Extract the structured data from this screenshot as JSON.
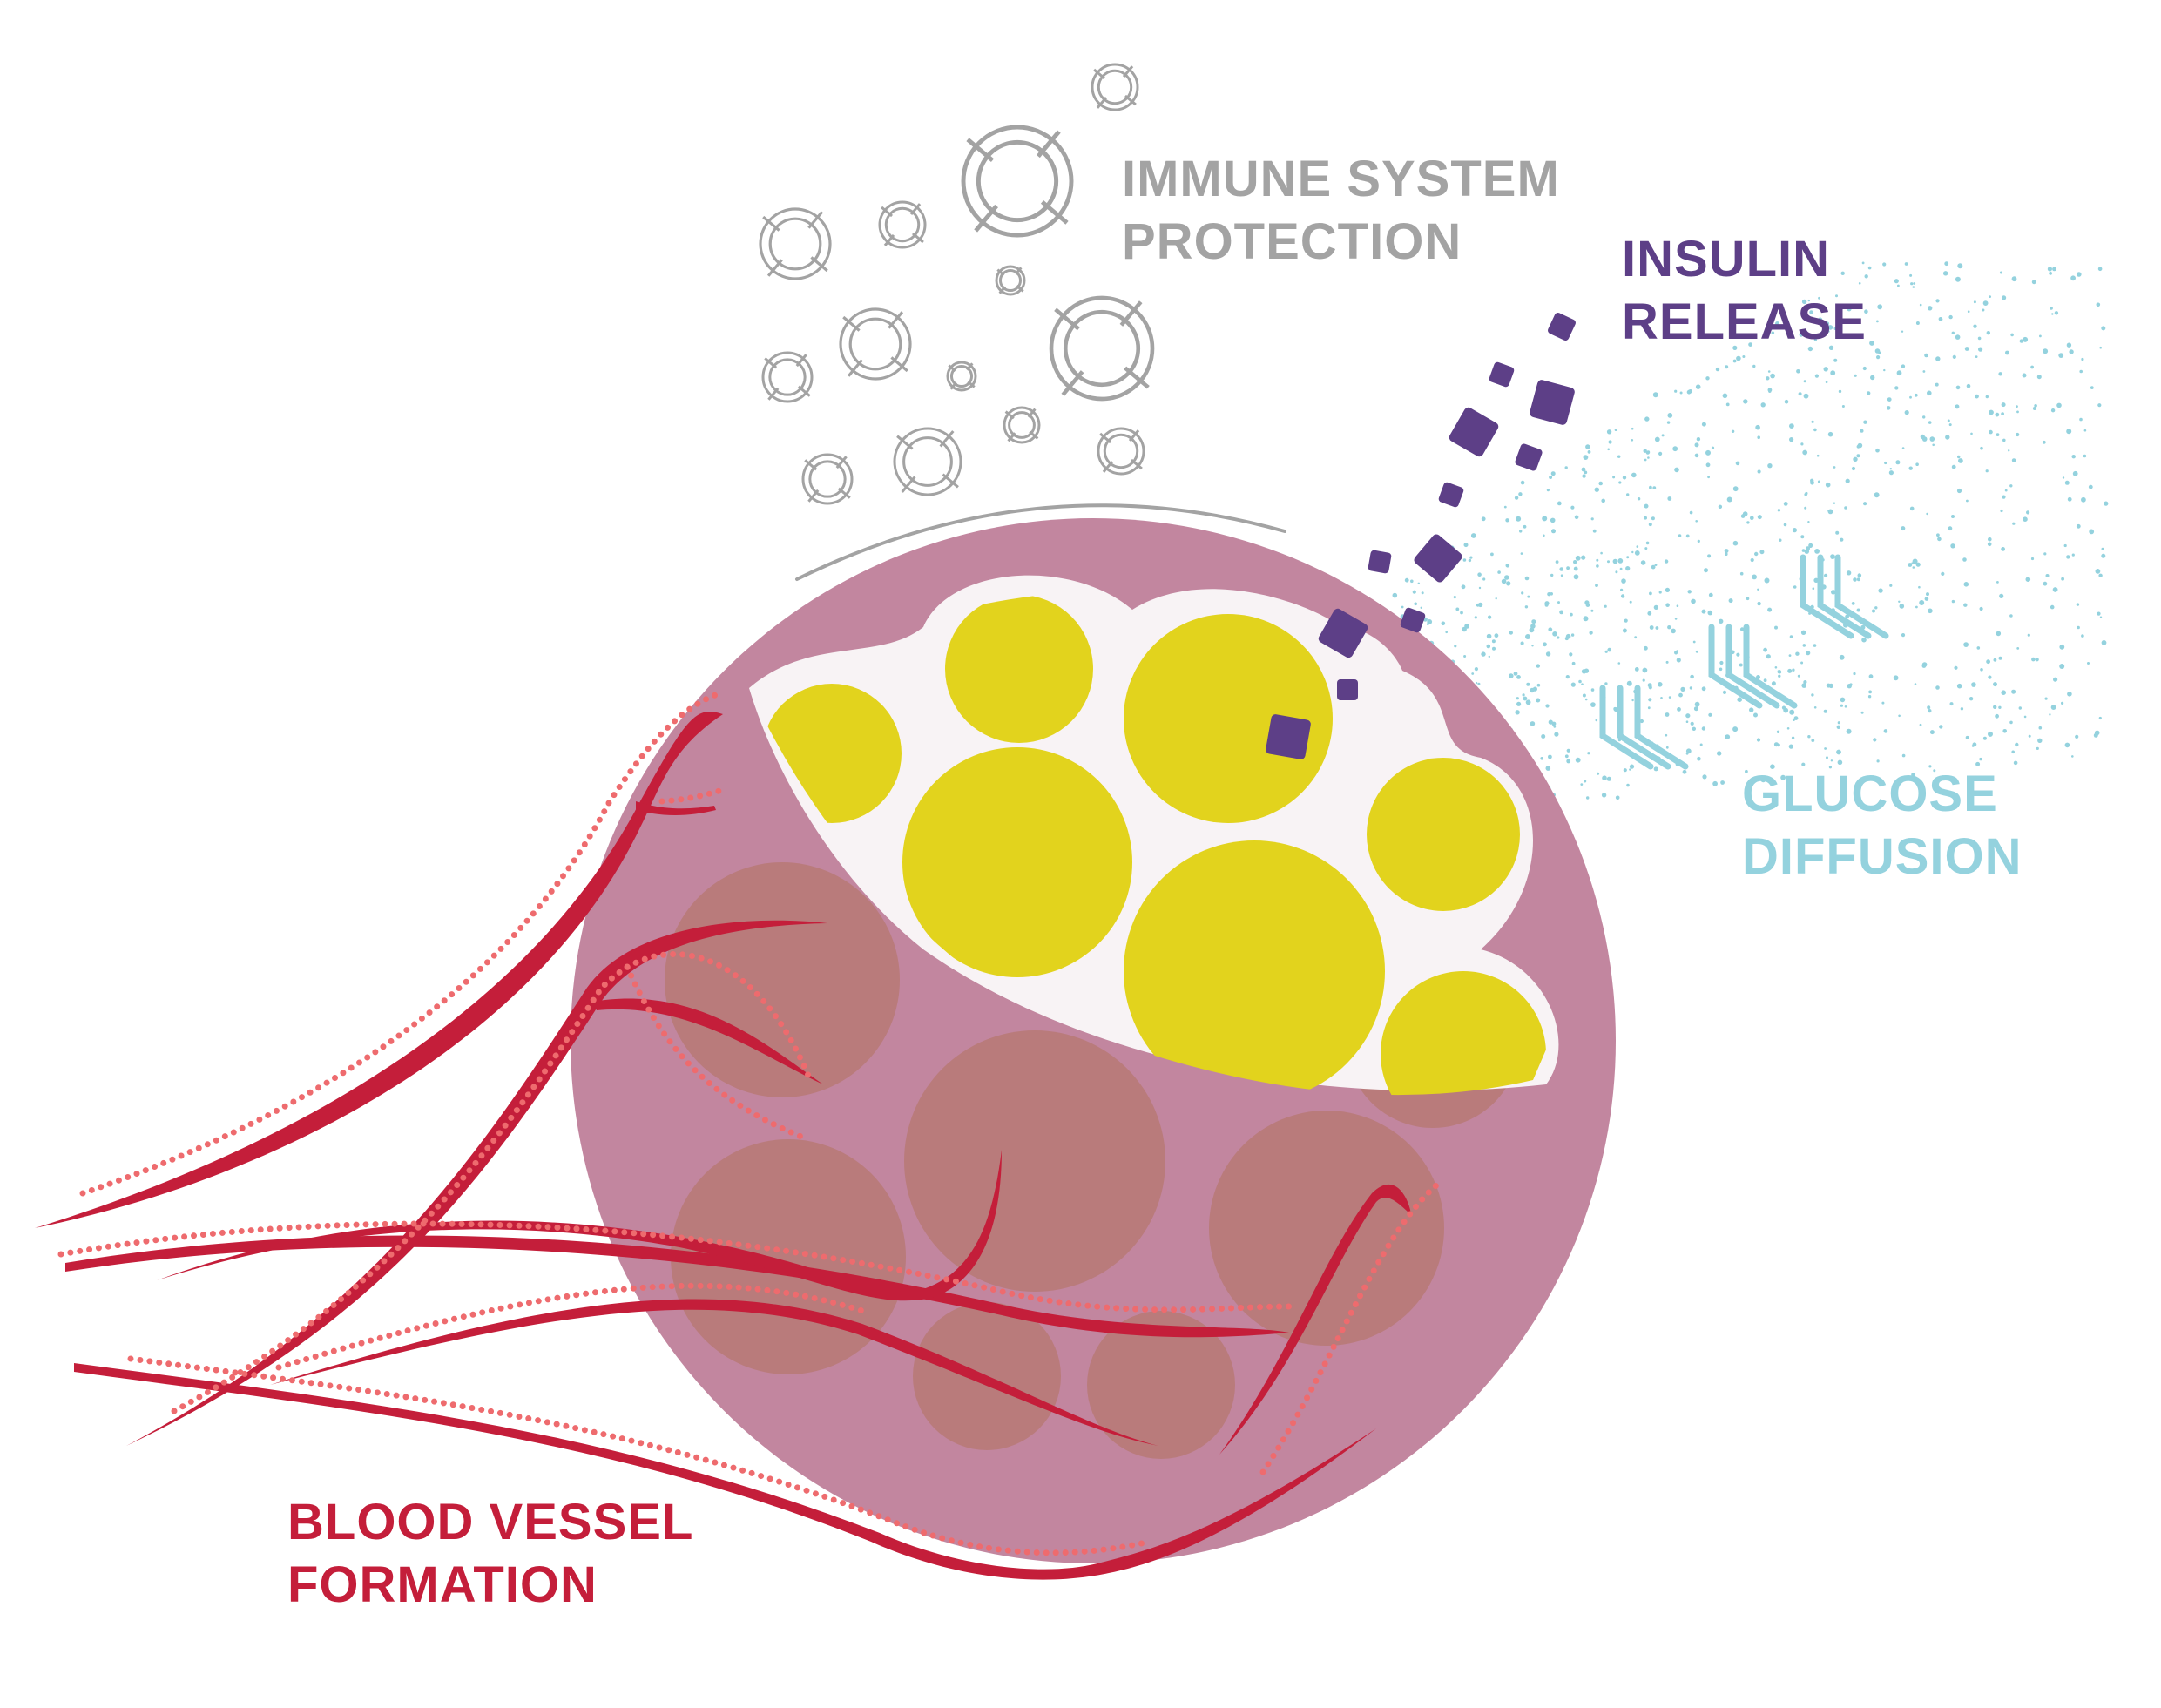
{
  "labels": {
    "immune": {
      "line1": "IMMUNE SYSTEM",
      "line2": "PROTECTION"
    },
    "insulin": {
      "line1": "INSULIN",
      "line2": "RELEASE"
    },
    "glucose": {
      "line1": "GLUCOSE",
      "line2": "DIFFUSION"
    },
    "blood": {
      "line1": "BLOOD VESSEL",
      "line2": "FORMATION"
    }
  },
  "colors": {
    "capsule": "#c2869f",
    "tissue_cell": "#b97b7b",
    "islet_cell": "#e2d31d",
    "islet_background": "#f8f3f5",
    "immune": "#a3a3a3",
    "insulin": "#5d3f87",
    "glucose": "#94d2de",
    "vessel": "#c41e3a",
    "vessel_dots": "#ee6b6e"
  }
}
